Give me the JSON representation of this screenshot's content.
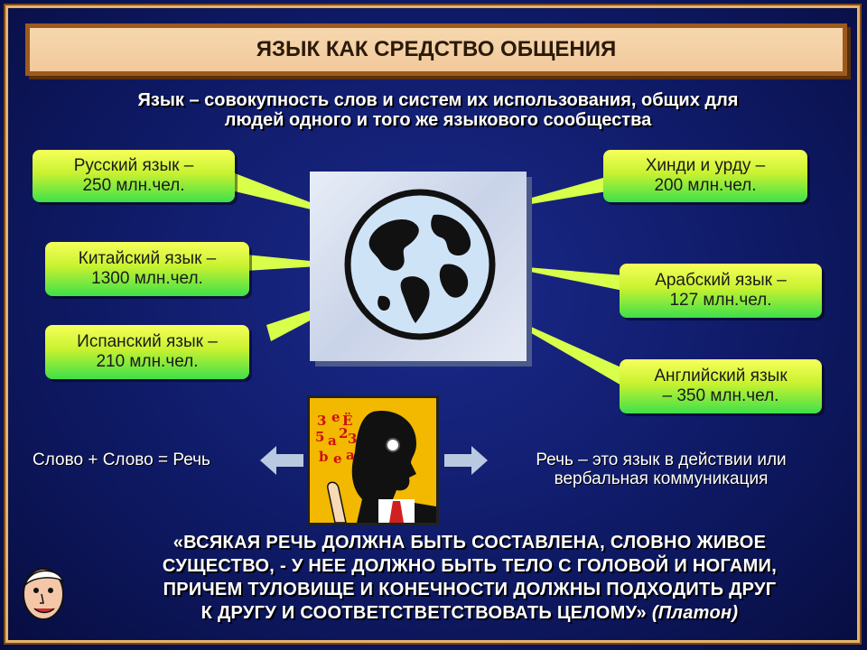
{
  "title": "ЯЗЫК КАК СРЕДСТВО ОБЩЕНИЯ",
  "definition": {
    "line1": "Язык – совокупность слов и систем их использования, общих для",
    "line2": "людей одного и того же языкового сообщества"
  },
  "languages": {
    "russian": {
      "line1": "Русский язык –",
      "line2": "250 млн.чел."
    },
    "chinese": {
      "line1": "Китайский язык –",
      "line2": "1300 млн.чел."
    },
    "spanish": {
      "line1": "Испанский язык –",
      "line2": "210 млн.чел."
    },
    "hindi": {
      "line1": "Хинди и урду –",
      "line2": "200 млн.чел."
    },
    "arabic": {
      "line1": "Арабский язык –",
      "line2": "127 млн.чел."
    },
    "english": {
      "line1": "Английский язык",
      "line2": "– 350 млн.чел."
    }
  },
  "speech": {
    "left": "Слово + Слово = Речь",
    "right_line1": "Речь – это язык в действии или",
    "right_line2": "вербальная коммуникация",
    "letters": [
      "3",
      "e",
      "Ё",
      "5",
      "a",
      "2",
      "3",
      "b",
      "e",
      "a"
    ]
  },
  "quote": {
    "line1": "«ВСЯКАЯ  РЕЧЬ  ДОЛЖНА  БЫТЬ  СОСТАВЛЕНА,  СЛОВНО  ЖИВОЕ",
    "line2": "СУЩЕСТВО, - У НЕЕ  ДОЛЖНО  БЫТЬ  ТЕЛО  С  ГОЛОВОЙ  И НОГАМИ,",
    "line3": "ПРИЧЕМ  ТУЛОВИЩЕ  И  КОНЕЧНОСТИ  ДОЛЖНЫ ПОДХОДИТЬ  ДРУГ",
    "line4": "К  ДРУГУ  И  СООТВЕТСТВЕТСТВОВАТЬ  ЦЕЛОМУ»",
    "author": "(Платон)"
  },
  "colors": {
    "background": "#0f1a66",
    "title_bg": "#f1c99c",
    "title_border": "#9d5a1d",
    "box_gradient_top": "#f6ff5a",
    "box_gradient_bottom": "#3ee04a",
    "card_bg": "#f3b800"
  },
  "icons": [
    "globe-icon",
    "speaker-silhouette-icon",
    "arrow-left-icon",
    "arrow-right-icon",
    "plato-face-icon"
  ]
}
